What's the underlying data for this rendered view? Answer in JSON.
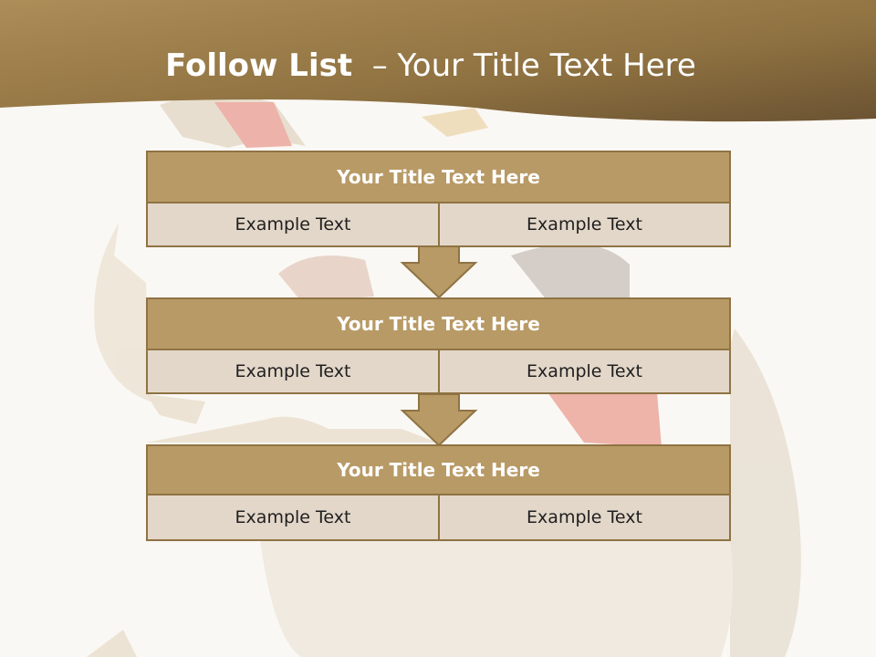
{
  "title": {
    "bold": "Follow List",
    "rest": "  – Your Title Text Here"
  },
  "steps": [
    {
      "title": "Your Title Text Here",
      "left": "Example Text",
      "right": "Example Text"
    },
    {
      "title": "Your Title Text Here",
      "left": "Example Text",
      "right": "Example Text"
    },
    {
      "title": "Your Title Text Here",
      "left": "Example Text",
      "right": "Example Text"
    }
  ],
  "colors": {
    "header_band": "#9c7c47",
    "box_header": "#b89a66",
    "box_cell": "#e3d7c9",
    "border": "#8f7343"
  }
}
